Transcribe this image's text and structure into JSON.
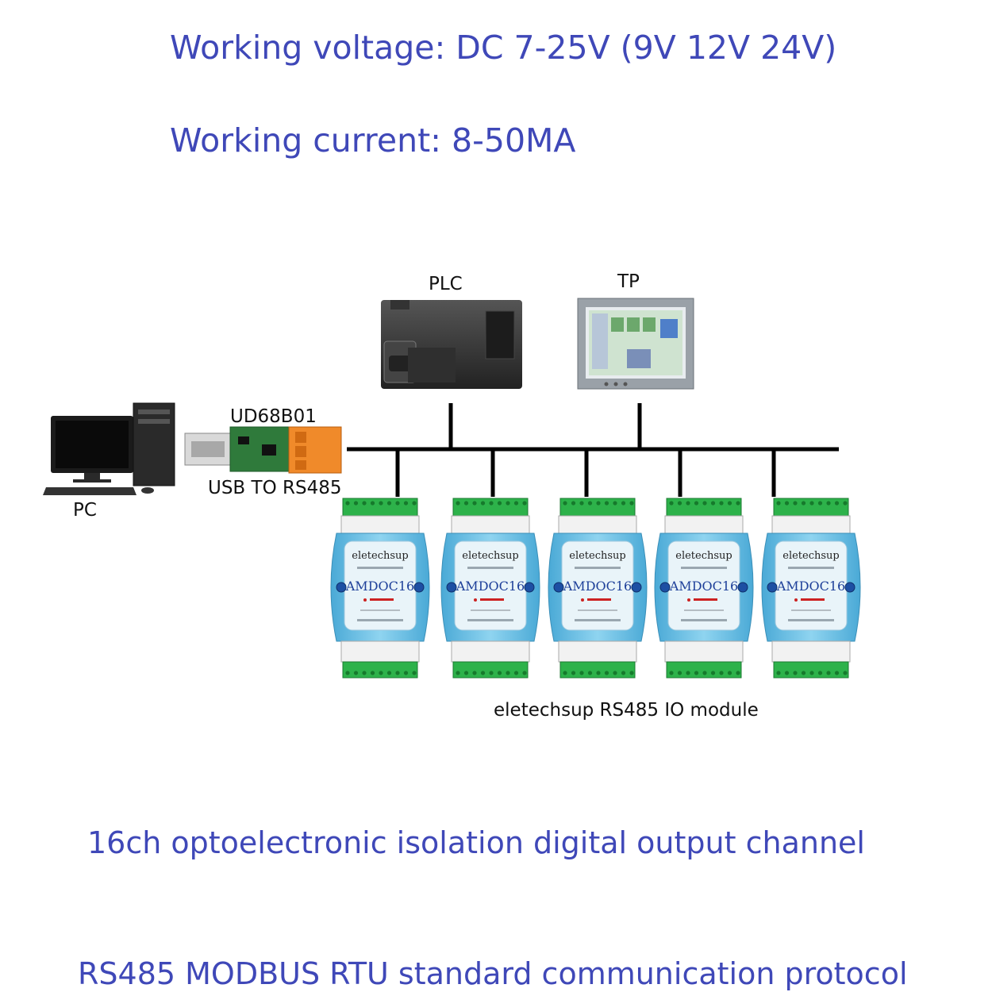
{
  "header": {
    "voltage": "Working voltage: DC 7-25V (9V 12V 24V)",
    "current": "Working current: 8-50MA"
  },
  "devices": {
    "plc": "PLC",
    "tp": "TP",
    "pc": "PC",
    "converter_model": "UD68B01",
    "converter_desc": "USB TO RS485",
    "module_caption": "eletechsup RS485 IO module"
  },
  "module": {
    "brand": "eletechsup",
    "model": "AMDOC16",
    "count": 5
  },
  "footer": {
    "channels": "16ch optoelectronic isolation digital output channel",
    "protocol": "RS485 MODBUS RTU standard communication protocol"
  },
  "colors": {
    "text_blue": "#3f48b8",
    "module_body": "#6cc3e6",
    "terminal_green": "#2db24a",
    "bus": "#000000"
  }
}
